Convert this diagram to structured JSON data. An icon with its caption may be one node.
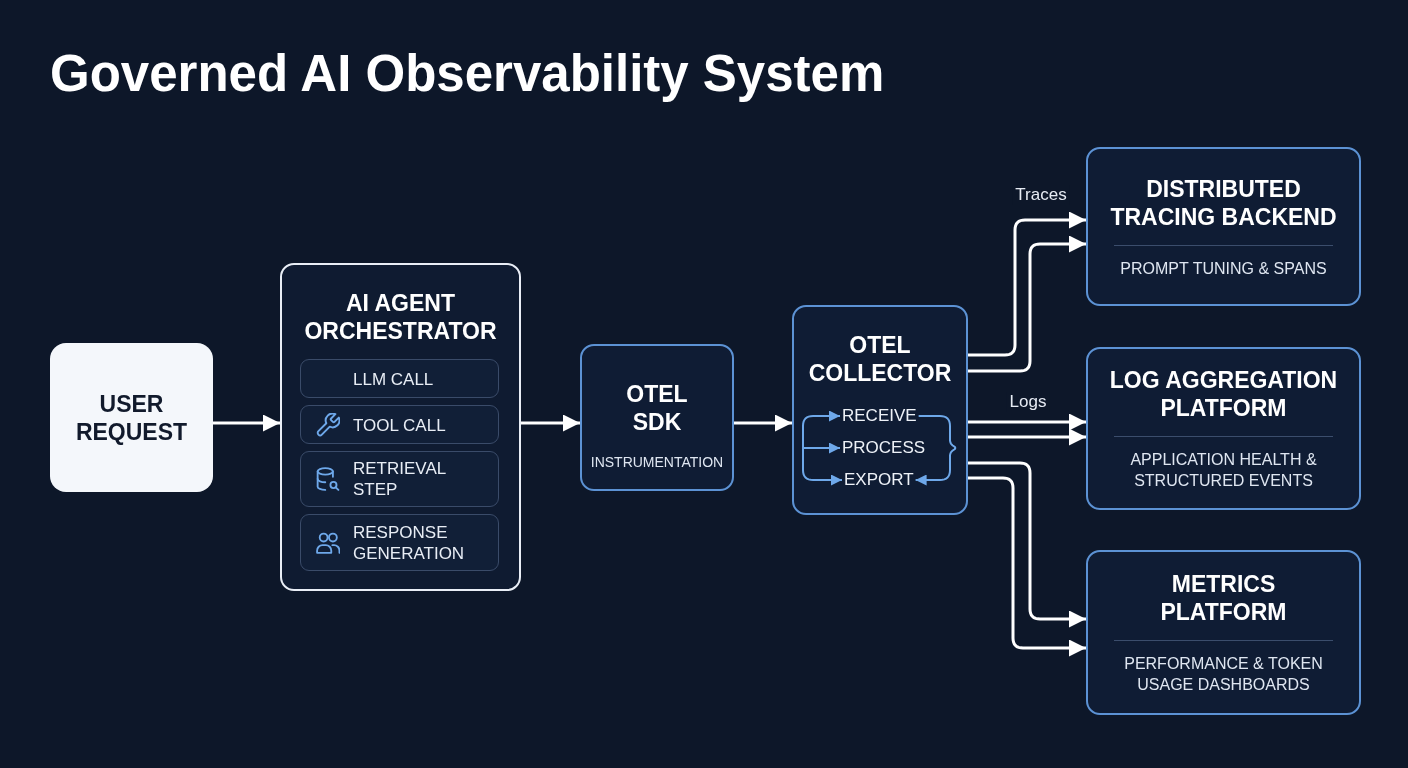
{
  "diagram": {
    "title": "Governed AI Observability System",
    "nodes": [
      {
        "text": [
          "USER REQUEST"
        ]
      },
      {
        "text": [
          "AI AGENT ORCHESTRATOR"
        ]
      },
      {
        "text": [
          "LLM CALL"
        ],
        "in": 1
      },
      {
        "text": [
          "TOOL CALL"
        ],
        "in": 1
      },
      {
        "text": [
          "RETRIEVAL STEP"
        ],
        "in": 1
      },
      {
        "text": [
          "RESPONSE GENERATION"
        ],
        "in": 1
      },
      {
        "text": [
          "OTEL SDK",
          "INSTRUMENTATION"
        ]
      },
      {
        "text": [
          "OTEL COLLECTOR"
        ]
      },
      {
        "text": [
          "RECEIVE"
        ],
        "in": 7
      },
      {
        "text": [
          "PROCESS"
        ],
        "in": 7
      },
      {
        "text": [
          "EXPORT"
        ],
        "in": 7
      },
      {
        "text": [
          "DISTRIBUTED TRACING BACKEND",
          "PROMPT TUNING & SPANS"
        ]
      },
      {
        "text": [
          "LOG AGGREGATION PLATFORM",
          "APPLICATION HEALTH & STRUCTURED EVENTS"
        ]
      },
      {
        "text": [
          "METRICS PLATFORM",
          "PERFORMANCE & TOKEN USAGE DASHBOARDS"
        ]
      }
    ],
    "edges": [
      {
        "from": 0,
        "to": 1,
        "arrow": "to"
      },
      {
        "from": 1,
        "to": 6,
        "arrow": "to"
      },
      {
        "from": 6,
        "to": 7,
        "arrow": "to"
      },
      {
        "from": 7,
        "to": 11,
        "arrow": "to",
        "label": "Traces"
      },
      {
        "from": 7,
        "to": 11,
        "arrow": "to"
      },
      {
        "from": 7,
        "to": 12,
        "arrow": "to",
        "label": "Logs"
      },
      {
        "from": 7,
        "to": 12,
        "arrow": "to"
      },
      {
        "from": 7,
        "to": 13,
        "arrow": "to"
      },
      {
        "from": 7,
        "to": 13,
        "arrow": "to"
      },
      {
        "from": null,
        "to": 8,
        "arrow": "to",
        "color": "#6ea8ea"
      },
      {
        "from": null,
        "to": 9,
        "arrow": "to",
        "color": "#6ea8ea"
      },
      {
        "from": null,
        "to": 10,
        "arrow": "to",
        "color": "#6ea8ea"
      },
      {
        "from": 8,
        "to": 10,
        "arrow": "to",
        "color": "#6ea8ea"
      }
    ]
  }
}
